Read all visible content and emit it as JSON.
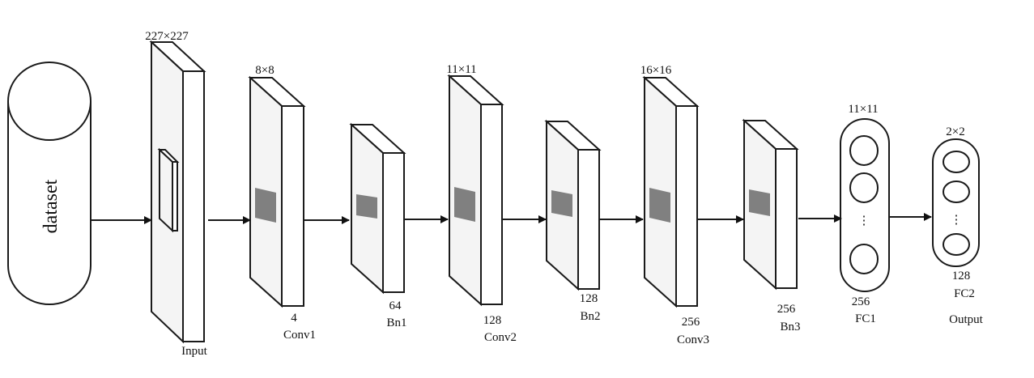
{
  "colors": {
    "stroke": "#1a1a1a",
    "face": "#f4f4f4",
    "side": "#ffffff",
    "top": "#ffffff",
    "kernel": "#808080"
  },
  "dataset": {
    "label": "dataset"
  },
  "input": {
    "size": "227×227",
    "name": "Input"
  },
  "conv1": {
    "size": "8×8",
    "channels": "4",
    "name": "Conv1"
  },
  "bn1": {
    "channels": "64",
    "name": "Bn1"
  },
  "conv2": {
    "size": "11×11",
    "channels": "128",
    "name": "Conv2"
  },
  "bn2": {
    "channels": "128",
    "name": "Bn2"
  },
  "conv3": {
    "size": "16×16",
    "channels": "256",
    "name": "Conv3"
  },
  "bn3": {
    "channels": "256",
    "name": "Bn3"
  },
  "fc1": {
    "size": "11×11",
    "units": "256",
    "name": "FC1",
    "dots": "⋮"
  },
  "fc2": {
    "size": "2×2",
    "units": "128",
    "name": "FC2",
    "dots": "⋮"
  },
  "output": {
    "name": "Output"
  }
}
